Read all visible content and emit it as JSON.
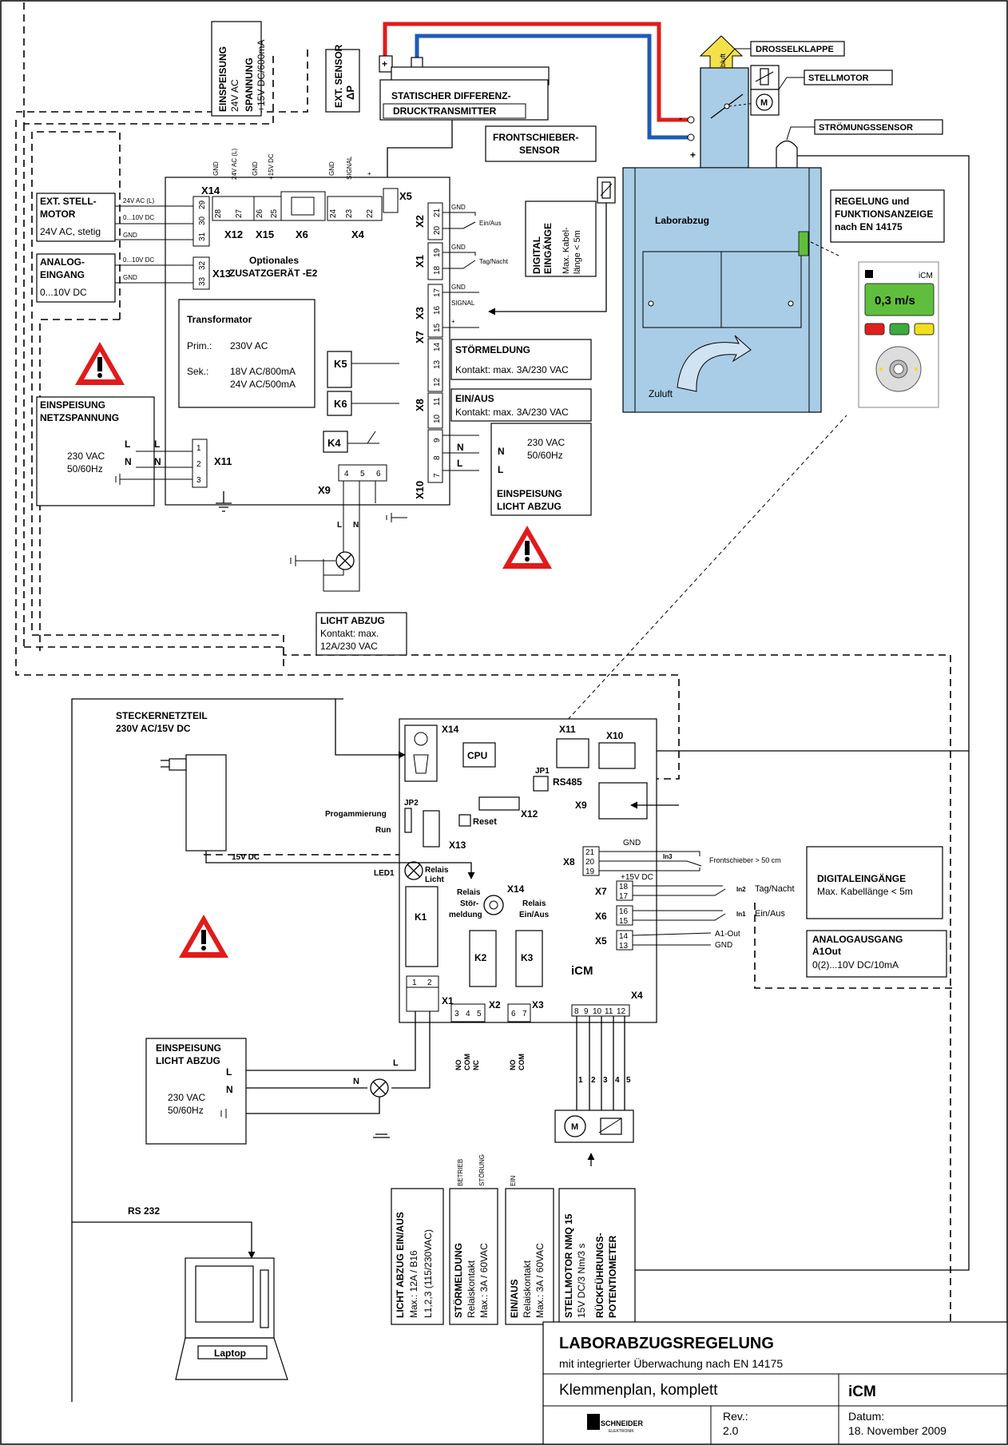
{
  "colors": {
    "hood_blue": "#a9cde6",
    "panel_green": "#5fbf3c",
    "led_red": "#e0201a",
    "led_green": "#3caa3c",
    "led_yellow": "#f1df1a",
    "hose_red": "#e11b1b",
    "hose_blue": "#1f5ab8"
  },
  "top": {
    "einspeisung": "EINSPEISUNG",
    "einspeisung_val": "24V AC",
    "spannung": "SPANNUNG",
    "spannung_val": "+15V DC/600mA",
    "ext_sensor": "EXT. SENSOR",
    "delta_p": "ΔP",
    "transmitter_1": "STATISCHER DIFFERENZ-",
    "transmitter_2": "DRUCKTRANSMITTER",
    "plus": "+",
    "minus": "-",
    "abluft": "Abluft",
    "drosselklappe": "DROSSELKLAPPE",
    "stellmotor": "STELLMOTOR",
    "stroemungssensor": "STRÖMUNGSSENSOR",
    "frontschieber_1": "FRONTSCHIEBER-",
    "frontschieber_2": "SENSOR",
    "laborabzug": "Laborabzug",
    "zuluft": "Zuluft",
    "regelung_1": "REGELUNG und",
    "regelung_2": "FUNKTIONSANZEIGE",
    "regelung_3": "nach EN 14175",
    "icm_brand": "iCM",
    "display_value": "0,3 m/s"
  },
  "e2": {
    "x14": "X14",
    "x12": "X12",
    "x15": "X15",
    "x6": "X6",
    "x4": "X4",
    "x5": "X5",
    "x13": "X13",
    "x2": "X2",
    "x1": "X1",
    "x3": "X3",
    "x7": "X7",
    "x8": "X8",
    "x9": "X9",
    "x10": "X10",
    "x11": "X11",
    "title_1": "Optionales",
    "title_2": "ZUSATZGERÄT -E2",
    "trafo": "Transformator",
    "prim": "Prim.:",
    "prim_val": "230V AC",
    "sek": "Sek.:",
    "sek_val_1": "18V AC/800mA",
    "sek_val_2": "24V AC/500mA",
    "k4": "K4",
    "k5": "K5",
    "k6": "K6",
    "gnd": "GND",
    "ac24l": "24V AC (L)",
    "dc15": "+15V DC",
    "signal": "SIGNAL",
    "plus": "+",
    "t29": "29",
    "t30": "30",
    "t31": "31",
    "t28": "28",
    "t27": "27",
    "t26": "26",
    "t25": "25",
    "t24": "24",
    "t23": "23",
    "t22": "22",
    "t21": "21",
    "t20": "20",
    "t19": "19",
    "t18": "18",
    "t17": "17",
    "t16": "16",
    "t15": "15",
    "t14": "14",
    "t13": "13",
    "t12": "12",
    "t11": "11",
    "t10": "10",
    "t9": "9",
    "t8": "8",
    "t7": "7",
    "t4": "4",
    "t5": "5",
    "t6": "6",
    "t32": "32",
    "t33": "33",
    "t1": "1",
    "t2": "2",
    "t3": "3",
    "ein_aus": "Ein/Aus",
    "tag_nacht": "Tag/Nacht"
  },
  "left": {
    "stell_1": "EXT. STELL-",
    "stell_2": "MOTOR",
    "stell_3": "24V AC, stetig",
    "stell_a": "24V AC (L)",
    "stell_b": "0...10V DC",
    "stell_c": "GND",
    "analog_1": "ANALOG-",
    "analog_2": "EINGANG",
    "analog_3": "0...10V DC",
    "analog_a": "0...10V DC",
    "analog_b": "GND",
    "netz_1": "EINSPEISUNG",
    "netz_2": "NETZSPANNUNG",
    "netz_l": "L",
    "netz_n": "N",
    "netz_v1": "230 VAC",
    "netz_v2": "50/60Hz"
  },
  "e2right": {
    "digital_1": "DIGITAL",
    "digital_2": "EINGÄNGE",
    "digital_3": "Max. Kabel-",
    "digital_4": "länge < 5m",
    "stoer": "STÖRMELDUNG",
    "stoer_k": "Kontakt: max. 3A/230 VAC",
    "einaus": "EIN/AUS",
    "einaus_k": "Kontakt: max. 3A/230 VAC",
    "licht_v1": "230 VAC",
    "licht_v2": "50/60Hz",
    "licht_n": "N",
    "licht_l": "L",
    "licht_1": "EINSPEISUNG",
    "licht_2": "LICHT ABZUG",
    "la_1": "LICHT ABZUG",
    "la_2": "Kontakt: max.",
    "la_3": "12A/230 VAC",
    "la_l": "L",
    "la_n": "N"
  },
  "icm": {
    "stecker_1": "STECKERNETZTEIL",
    "stecker_2": "230V AC/15V DC",
    "dc15": "15V DC",
    "x14": "X14",
    "cpu": "CPU",
    "x11": "X11",
    "x10": "X10",
    "jp1": "JP1",
    "rs485": "RS485",
    "x9": "X9",
    "x12": "X12",
    "reset": "Reset",
    "jp2": "JP2",
    "prog": "Progammierung",
    "run": "Run",
    "x13": "X13",
    "led1": "LED1",
    "relais_licht_1": "Relais",
    "relais_licht_2": "Licht",
    "relais_stoer_1": "Relais",
    "relais_stoer_2": "Stör-",
    "relais_stoer_3": "meldung",
    "relais_ein_1": "Relais",
    "relais_ein_2": "Ein/Aus",
    "x14b": "X14",
    "k1": "K1",
    "k2": "K2",
    "k3": "K3",
    "name": "iCM",
    "x1": "X1",
    "x2": "X2",
    "x3": "X3",
    "x4": "X4",
    "x8": "X8",
    "x7": "X7",
    "x6": "X6",
    "x5": "X5",
    "t21": "21",
    "t20": "20",
    "t19": "19",
    "t18": "18",
    "t17": "17",
    "t16": "16",
    "t15": "15",
    "t14": "14",
    "t13": "13",
    "t1": "1",
    "t2": "2",
    "t3": "3",
    "t4": "4",
    "t5": "5",
    "t6": "6",
    "t7": "7",
    "t8": "8",
    "t9": "9",
    "t10": "10",
    "t11": "11",
    "t12": "12",
    "gnd": "GND",
    "in3": "In3",
    "frontschieber": "Frontschieber > 50 cm",
    "dc15v": "+15V DC",
    "in2": "In2",
    "tag_nacht": "Tag/Nacht",
    "in1": "In1",
    "ein_aus": "Ein/Aus",
    "a1out": "A1-Out",
    "gnd2": "GND",
    "no": "NO",
    "com": "COM",
    "nc": "NC",
    "dig_1": "DIGITALEINGÄNGE",
    "dig_2": "Max. Kabellänge < 5m",
    "ana_1": "ANALOGAUSGANG",
    "ana_2": "A1Out",
    "ana_3": "0(2)...10V DC/10mA",
    "licht_1": "EINSPEISUNG",
    "licht_2": "LICHT ABZUG",
    "licht_l": "L",
    "licht_n": "N",
    "licht_v1": "230 VAC",
    "licht_v2": "50/60Hz",
    "wire_l": "L",
    "wire_n": "N",
    "motor_m": "M",
    "rs232": "RS 232",
    "laptop": "Laptop"
  },
  "legend": {
    "la_1": "LICHT ABZUG EIN/AUS",
    "la_2": "Max.: 12A / B16",
    "la_3": "L1,2,3 (115/230VAC)",
    "st_1": "STÖRMELDUNG",
    "st_2": "Relaiskontakt",
    "st_3": "Max.: 3A / 60VAC",
    "st_betrieb": "BETRIEB",
    "st_stoerung": "STÖRUNG",
    "ea_1": "EIN/AUS",
    "ea_2": "Relaiskontakt",
    "ea_3": "Max.: 3A / 60VAC",
    "ea_ein": "EIN",
    "sm_1": "STELLMOTOR NMQ 15",
    "sm_2": "15V DC/3 Nm/3 s",
    "sm_3": "RÜCKFÜHRUNGS-",
    "sm_4": "POTENTIOMETER"
  },
  "title_block": {
    "title": "LABORABZUGSREGELUNG",
    "subtitle": "mit integrierter Überwachung nach EN 14175",
    "plan": "Klemmenplan, komplett",
    "product": "iCM",
    "logo_1": "SCHNEIDER",
    "logo_2": "ELEKTRONIK",
    "rev_label": "Rev.:",
    "rev_value": "2.0",
    "date_label": "Datum:",
    "date_value": "18. November 2009"
  }
}
